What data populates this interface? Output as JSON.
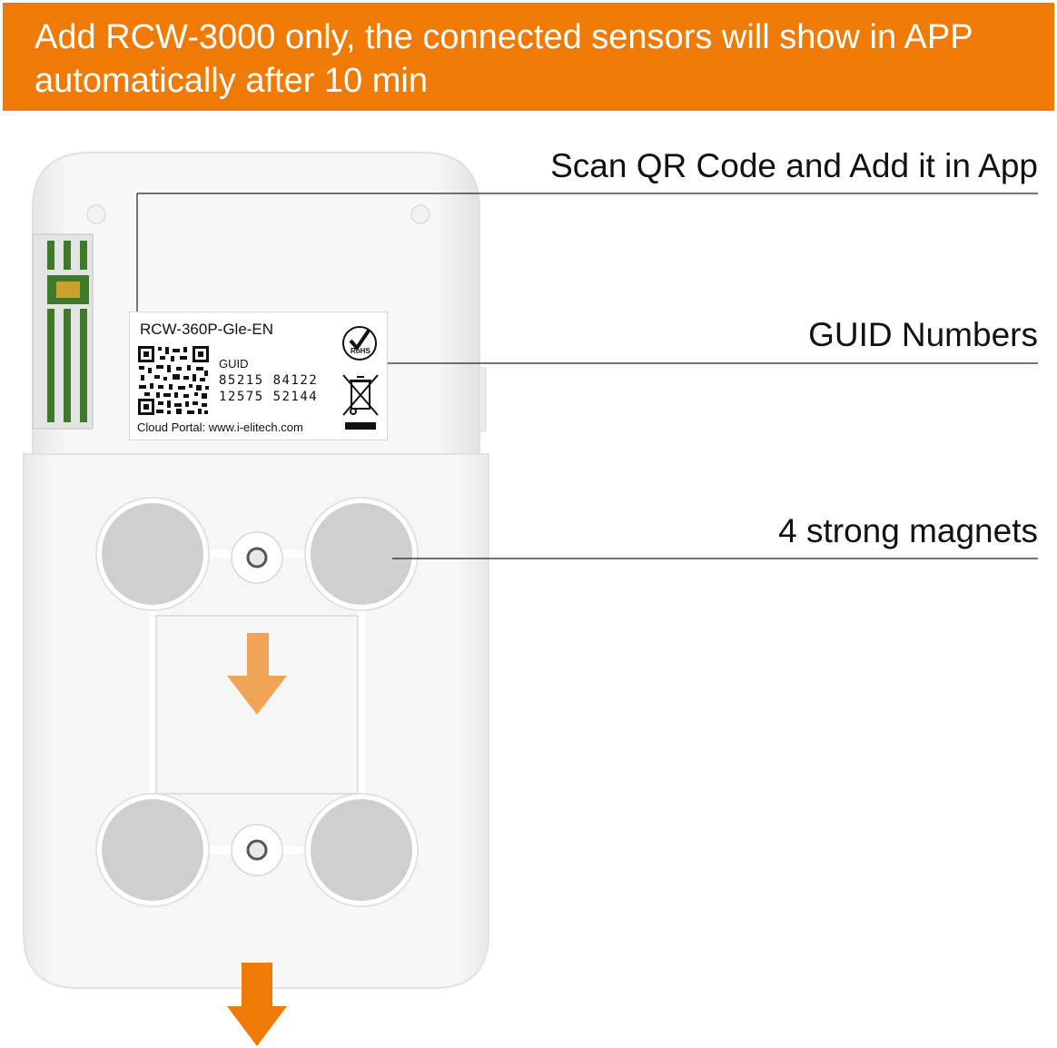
{
  "banner": {
    "line1": "Add RCW-3000 only, the connected sensors will show in APP",
    "line2": "automatically after 10 min",
    "color": "#ef7a05"
  },
  "callouts": {
    "scan": "Scan QR Code and Add it in App",
    "guid": "GUID Numbers",
    "magnets": "4 strong magnets"
  },
  "label": {
    "model": "RCW-360P-Gle-EN",
    "guid_title": "GUID",
    "guid_line1": "85215 84122",
    "guid_line2": "12575 52144",
    "portal": "Cloud Portal: www.i-elitech.com",
    "rohs": "RoHS"
  },
  "icons": {
    "qr": "qr-code-icon",
    "rohs": "rohs-check-icon",
    "weee": "crossed-bin-icon",
    "arrow_inner": "arrow-down-icon",
    "arrow_bottom": "arrow-down-icon"
  },
  "colors": {
    "arrow_inner": "#f0a458",
    "arrow_bottom": "#ef7a05",
    "magnet": "#cfcfcf",
    "circuit_green": "#3f7a2a"
  }
}
